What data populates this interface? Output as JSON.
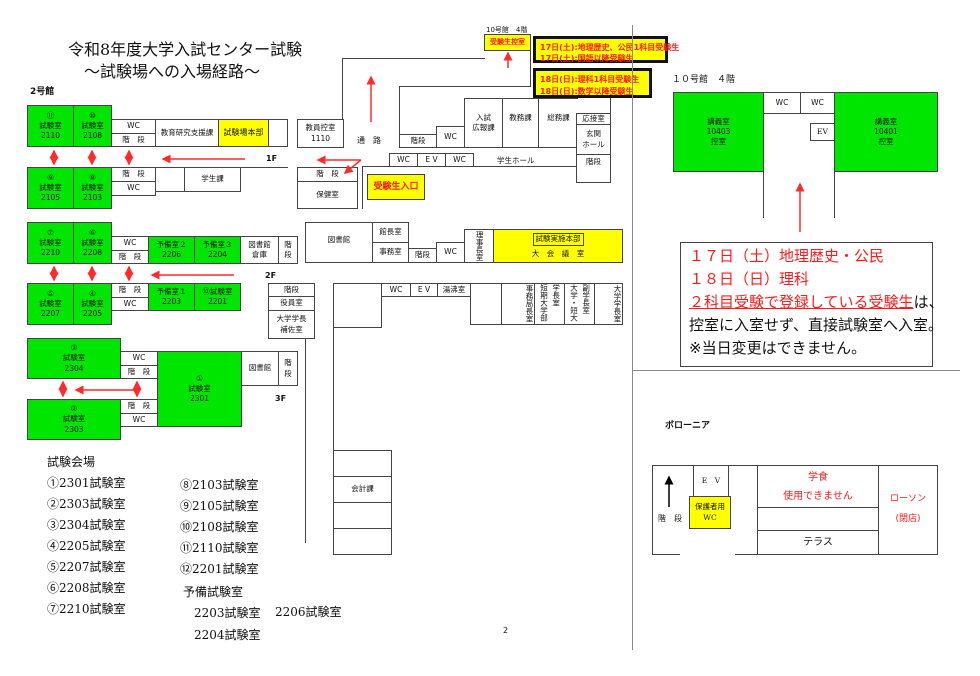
{
  "title": "令和8年度大学入試センター試験",
  "subtitle": "〜試験場への入場経路〜",
  "building2_label": "2号館",
  "floors": {
    "f1": "1F",
    "f2": "2F",
    "f3": "3F"
  },
  "rooms": {
    "r2110": "⑪\n試験室\n2110",
    "r2108": "⑩\n試験室\n2108",
    "r2105": "⑨\n試験室\n2105",
    "r2103": "⑧\n試験室\n2103",
    "r2210": "⑦\n試験室\n2210",
    "r2208": "⑥\n試験室\n2208",
    "r2207": "⑤\n試験室\n2207",
    "r2205": "④\n試験室\n2205",
    "r2304": "③\n試験室\n2304",
    "r2303": "②\n試験室\n2303",
    "r2301": "①\n試験室\n2301",
    "r2206": "予備室２\n2206",
    "r2204": "予備室３\n2204",
    "r2203": "予備室１\n2203",
    "r2201": "⑫試験室\n2201",
    "wc": "WC",
    "stairs": "階　段",
    "stairs_short": "階段",
    "stairs_vertical": "階\n段",
    "ev": "E V",
    "kyoiku": "教育研究支援課",
    "honbu": "試験場本部",
    "gakuseika": "学生課",
    "kyoin": "教員控室\n1110",
    "hoken": "保健室",
    "tosho_souko": "図書館\n倉庫",
    "yakuin": "役員室",
    "hosa": "大学学長\n補佐室",
    "toshokan": "図書館",
    "tsuro": "通　路",
    "nyushi": "入試\n広報課",
    "kyomu": "教務課",
    "somu": "総務課",
    "osetsu": "応接室",
    "genkan": "玄関\nホール",
    "gakusei_hall": "学生ホール",
    "entrance": "受験生入口",
    "kancho": "館長室",
    "jimu": "事務室",
    "rijicho": "理事長室",
    "jisshi": "試験実施本部",
    "daikaigi": "大　会　議　室",
    "yuwakashi": "湯沸室",
    "jimukyoku": "事務局長室",
    "gakucho": "学長室",
    "tanki": "短期大学部",
    "fuku": "副学長室",
    "daigaku_tandai": "大学・短大",
    "daigaku_gakucho": "大学学長室",
    "kaikei": "会計課"
  },
  "b10_small_label": "10号館　4階",
  "waiting_room": "受験生控室",
  "notices": [
    [
      "17日(土):地理歴史、公民1科目受験生",
      "17日(土):国語以降受験生"
    ],
    [
      "18日(日):理科1科目受験生",
      "18日(日):数学以降受験生"
    ]
  ],
  "b10": {
    "label": "１０号館　４階",
    "r10403": "講義室\n10403\n控室",
    "r10401": "講義室\n10401\n控室",
    "ev": "EV"
  },
  "info_box": {
    "line1": "１７日（土）地理歴史・公民",
    "line2": "１８日（日）理科",
    "line3_underlined": "２科目受験で登録している受験生",
    "line3_rest": "は、",
    "line4": "控室に入室せず、直接試験室へ入室。",
    "line5": "※当日変更はできません。"
  },
  "bologna": {
    "label": "ボローニア",
    "stairs": "階　段",
    "ev": "E　V",
    "guardian_wc": "保護者用\nWC",
    "cafeteria": "学食",
    "cafeteria_note": "使用できません",
    "lawson": "ローソン",
    "lawson_note": "(閉店)",
    "terrace": "テラス"
  },
  "venue_list": {
    "heading": "試験会場",
    "col1": [
      "①2301試験室",
      "②2303試験室",
      "③2304試験室",
      "④2205試験室",
      "⑤2207試験室",
      "⑥2208試験室",
      "⑦2210試験室"
    ],
    "col2": [
      "⑧2103試験室",
      "⑨2105試験室",
      "⑩2108試験室",
      "⑪2110試験室",
      "⑫2201試験室"
    ],
    "reserve_heading": "予備試験室",
    "reserve": [
      "2203試験室",
      "2206試験室",
      "2204試験室"
    ]
  },
  "page_number": "2"
}
